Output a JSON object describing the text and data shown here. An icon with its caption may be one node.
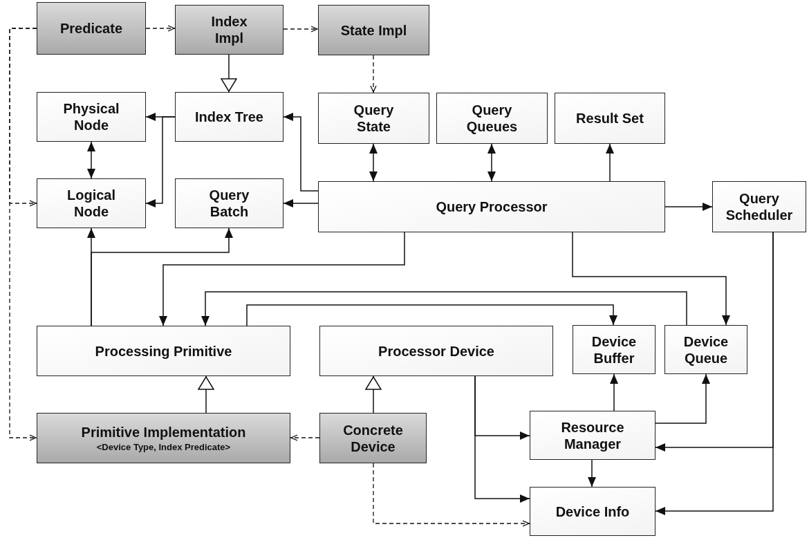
{
  "diagram": {
    "nodes": [
      {
        "text": [
          "Predicate"
        ]
      },
      {
        "text": [
          "Index Impl"
        ]
      },
      {
        "text": [
          "State Impl"
        ]
      },
      {
        "text": [
          "Physical Node"
        ]
      },
      {
        "text": [
          "Index Tree"
        ]
      },
      {
        "text": [
          "Query State"
        ]
      },
      {
        "text": [
          "Query Queues"
        ]
      },
      {
        "text": [
          "Result Set"
        ]
      },
      {
        "text": [
          "Logical Node"
        ]
      },
      {
        "text": [
          "Query Batch"
        ]
      },
      {
        "text": [
          "Query Processor"
        ]
      },
      {
        "text": [
          "Query Scheduler"
        ]
      },
      {
        "text": [
          "Processing Primitive"
        ]
      },
      {
        "text": [
          "Processor Device"
        ]
      },
      {
        "text": [
          "Device Buffer"
        ]
      },
      {
        "text": [
          "Device Queue"
        ]
      },
      {
        "text": [
          "Primitive Implementation",
          "<Device Type, Index Predicate>"
        ]
      },
      {
        "text": [
          "Concrete Device"
        ]
      },
      {
        "text": [
          "Resource Manager"
        ]
      },
      {
        "text": [
          "Device Info"
        ]
      }
    ],
    "edges": [
      {
        "from": 0,
        "to": 1,
        "arrow": "to",
        "style": "dashed"
      },
      {
        "from": 1,
        "to": 2,
        "arrow": "to",
        "style": "dashed"
      },
      {
        "from": 2,
        "to": 5,
        "arrow": "to",
        "style": "dashed"
      },
      {
        "from": 1,
        "to": 4,
        "arrow": "to"
      },
      {
        "from": 0,
        "to": 8,
        "arrow": "to",
        "style": "dashed"
      },
      {
        "from": 0,
        "to": 16,
        "arrow": "to",
        "style": "dashed"
      },
      {
        "from": 4,
        "to": 3,
        "arrow": "to"
      },
      {
        "from": 4,
        "to": 8,
        "arrow": "to"
      },
      {
        "from": 3,
        "to": 8,
        "arrow": "both"
      },
      {
        "from": 10,
        "to": 4,
        "arrow": "to"
      },
      {
        "from": 10,
        "to": 9,
        "arrow": "to"
      },
      {
        "from": 5,
        "to": 10,
        "arrow": "both"
      },
      {
        "from": 6,
        "to": 10,
        "arrow": "both"
      },
      {
        "from": 10,
        "to": 7,
        "arrow": "to"
      },
      {
        "from": 10,
        "to": 11,
        "arrow": "to"
      },
      {
        "from": 12,
        "to": 8,
        "arrow": "to"
      },
      {
        "from": 12,
        "to": 9,
        "arrow": "to"
      },
      {
        "from": 10,
        "to": 12,
        "arrow": "to"
      },
      {
        "from": 15,
        "to": 12,
        "arrow": "to"
      },
      {
        "from": 12,
        "to": 14,
        "arrow": "to"
      },
      {
        "from": 10,
        "to": 15,
        "arrow": "to"
      },
      {
        "from": 11,
        "to": 18,
        "arrow": "to"
      },
      {
        "from": 11,
        "to": 19,
        "arrow": "to"
      },
      {
        "from": 13,
        "to": 18,
        "arrow": "to"
      },
      {
        "from": 13,
        "to": 19,
        "arrow": "to"
      },
      {
        "from": 18,
        "to": 14,
        "arrow": "to"
      },
      {
        "from": 18,
        "to": 15,
        "arrow": "to"
      },
      {
        "from": 18,
        "to": 19,
        "arrow": "to"
      },
      {
        "from": 17,
        "to": 13,
        "arrow": "to"
      },
      {
        "from": 16,
        "to": 12,
        "arrow": "to"
      },
      {
        "from": 17,
        "to": 16,
        "arrow": "to",
        "style": "dashed"
      },
      {
        "from": 17,
        "to": 19,
        "arrow": "to",
        "style": "dashed"
      }
    ]
  }
}
